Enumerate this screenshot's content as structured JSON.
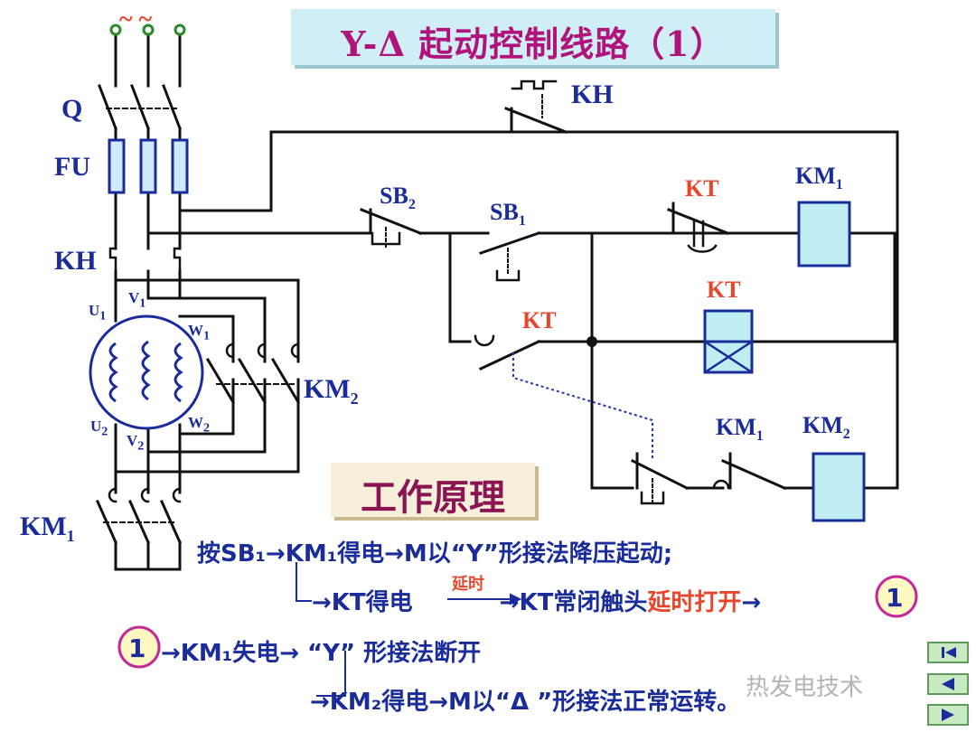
{
  "title": "Y-Δ 起动控制线路（1）",
  "principle": "工作原理",
  "labels": {
    "tilde": "~ ~",
    "Q": "Q",
    "FU": "FU",
    "KH_left": "KH",
    "KH_top": "KH",
    "U1": "U",
    "U1_sub": "1",
    "V1": "V",
    "V1_sub": "1",
    "W1": "W",
    "W1_sub": "1",
    "U2": "U",
    "U2_sub": "2",
    "V2": "V",
    "V2_sub": "2",
    "W2": "W",
    "W2_sub": "2",
    "KM2_left": "KM",
    "KM2_left_sub": "2",
    "KM1_left": "KM",
    "KM1_left_sub": "1",
    "SB2": "SB",
    "SB2_sub": "2",
    "SB1": "SB",
    "SB1_sub": "1",
    "KT_top": "KT",
    "KT_coil": "KT",
    "KT_contact": "KT",
    "KM1_coil": "KM",
    "KM1_coil_sub": "1",
    "KM1_contact": "KM",
    "KM1_contact_sub": "1",
    "KM2_coil": "KM",
    "KM2_coil_sub": "2"
  },
  "description": {
    "line1": "按SB₁→KM₁得电→M以“Y”形接法降压起动;",
    "line2_a": "→KT得电",
    "line2_delay": "延时",
    "line2_b": "→KT常闭触头",
    "line2_red": "延时打开",
    "line2_c": "→",
    "circle": "1",
    "line3": "→KM₁失电→ “Y” 形接法断开",
    "line4": "→KM₂得电→M以“Δ ”形接法正常运转。"
  },
  "watermark": "热发电技术",
  "colors": {
    "wire": "#111111",
    "label_blue": "#1a2c9a",
    "label_red": "#e8462c",
    "coil_fill": "#bfeef2",
    "coil_stroke": "#1a2c9a",
    "fuse_stroke": "#1a2c9a",
    "circle_stroke": "#c22a9a",
    "circle_fill": "#fff8c0",
    "dotted": "#2236b8"
  }
}
